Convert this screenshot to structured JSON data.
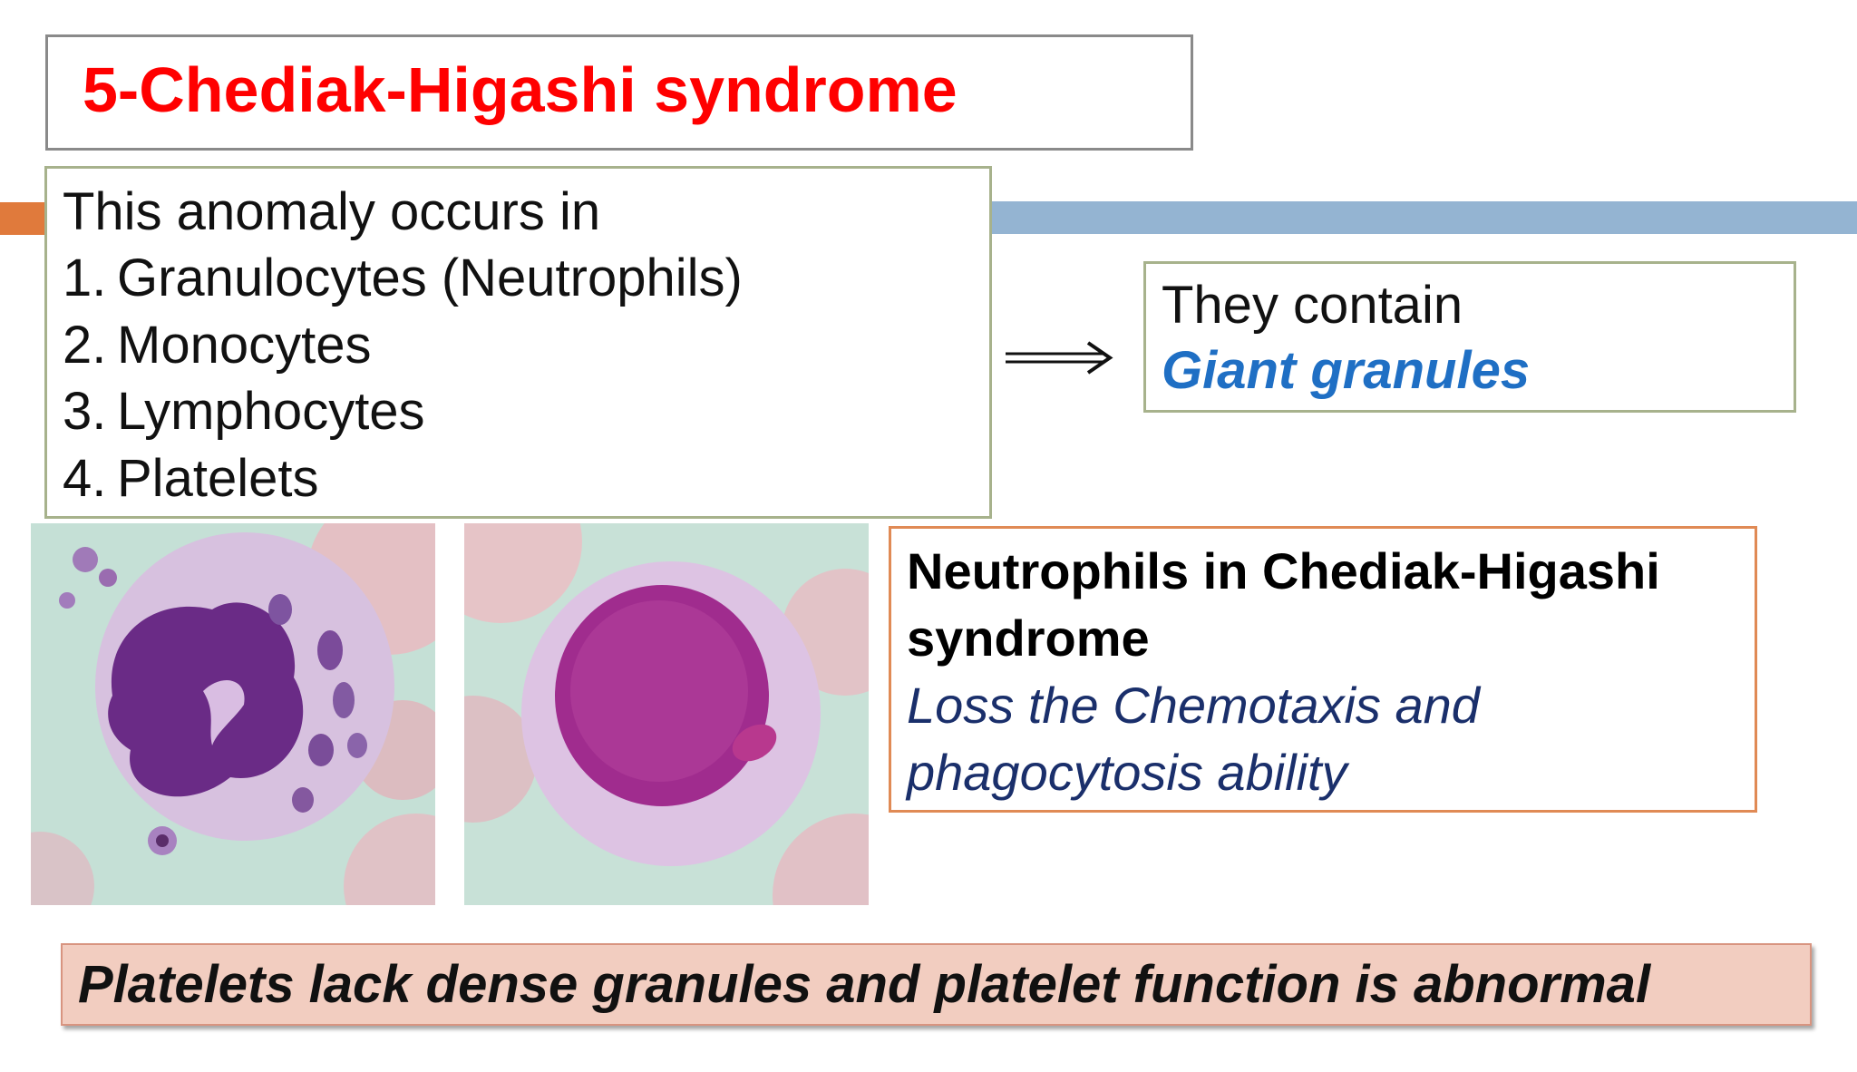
{
  "title": "5-Chediak-Higashi syndrome",
  "anomaly": {
    "intro": "This anomaly occurs in",
    "items": [
      {
        "num": "1.",
        "label": "Granulocytes  (Neutrophils)"
      },
      {
        "num": "2.",
        "label": "Monocytes"
      },
      {
        "num": "3.",
        "label": "Lymphocytes"
      },
      {
        "num": "4.",
        "label": "Platelets"
      }
    ]
  },
  "granules": {
    "line1": "They contain",
    "line2": "Giant granules"
  },
  "neutrophils": {
    "heading": "Neutrophils in Chediak-Higashi syndrome",
    "subtext": "Loss the Chemotaxis and phagocytosis  ability"
  },
  "platelets_note": "Platelets lack dense granules and platelet function is abnormal",
  "icons": {
    "arrow": "right-arrow-icon"
  },
  "colors": {
    "title": "#ff0000",
    "giant_granules": "#1f6fc4",
    "subtext": "#1a2f6b",
    "band_orange": "#e07a3c",
    "band_blue": "#94b4d2",
    "platelet_bar_bg": "#f2cdc0"
  }
}
